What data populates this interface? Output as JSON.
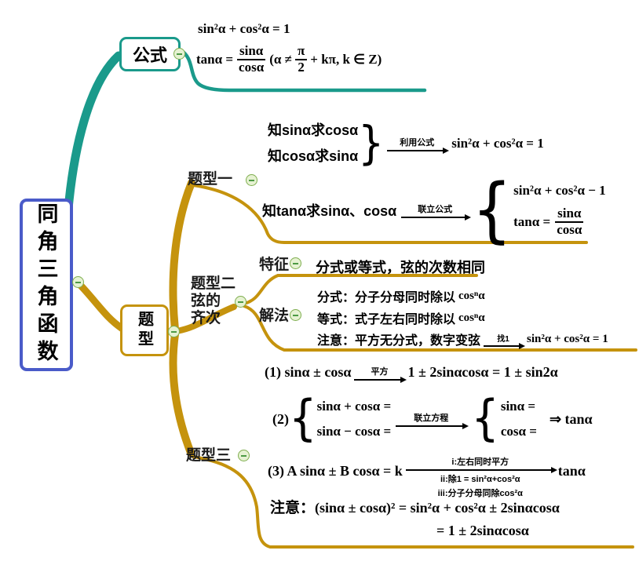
{
  "colors": {
    "teal": "#1a9a8b",
    "gold": "#c5930d",
    "root_blue": "#4a5bc9",
    "ink": "#000000"
  },
  "icons": {
    "collapse_icon": "minus-circle"
  },
  "root": {
    "label": "同角三角函数"
  },
  "formula": {
    "node_label": "公式",
    "identity": "sin²α + cos²α = 1",
    "tan_lhs": "tanα =",
    "tan_num": "sinα",
    "tan_den": "cosα",
    "cond_pre": "(α ≠",
    "cond_num": "π",
    "cond_den": "2",
    "cond_post": "+ kπ, k ∈ Z)"
  },
  "types": {
    "node_label": "题型"
  },
  "t1": {
    "label": "题型一",
    "know_sin": "知sinα求cosα",
    "know_cos": "知cosα求sinα",
    "arrow_use": "利用公式",
    "use_result": "sin²α + cos²α = 1",
    "know_tan": "知tanα求sinα、cosα",
    "arrow_join": "联立公式",
    "sys_line1": "sin²α + cos²α − 1",
    "sys_tan_lhs": "tanα =",
    "sys_tan_num": "sinα",
    "sys_tan_den": "cosα"
  },
  "t2": {
    "label_line1": "题型二",
    "label_line2": "弦的",
    "label_line3": "齐次",
    "feature_label": "特征",
    "feature_text": "分式或等式，弦的次数相同",
    "solve_label": "解法",
    "frac_rule": "分式：分子分母同时除以",
    "frac_rule_formula": "cosⁿα",
    "eq_rule": "等式：式子左右同时除以",
    "eq_rule_formula": "cosⁿα",
    "note_rule": "注意：平方无分式，数字变弦",
    "note_arrow": "找1",
    "note_formula": "sin²α + cos²α = 1"
  },
  "t3": {
    "label": "题型三",
    "r1_pre": "(1) sinα ± cosα",
    "r1_arrow": "平方",
    "r1_post": "1 ± 2sinαcosα = 1 ± sin2α",
    "r2_pre": "(2)",
    "r2_top": "sinα + cosα =",
    "r2_bottom": "sinα − cosα =",
    "r2_arrow": "联立方程",
    "r2_rtop": "sinα =",
    "r2_rbottom": "cosα =",
    "r2_result": "⇒ tanα",
    "r3_pre": "(3) A sinα ± B cosα = k",
    "r3_step1": "i:左右同时平方",
    "r3_step2": "ii:除1 = sin²α+cos²α",
    "r3_step3": "iii:分子分母同除cos²α",
    "r3_post": "tanα",
    "note_label": "注意：",
    "note_line1": "(sinα ± cosα)² = sin²α + cos²α ± 2sinαcosα",
    "note_line2": "= 1 ± 2sinαcosα"
  }
}
